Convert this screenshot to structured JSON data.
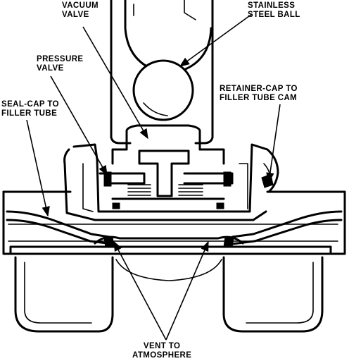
{
  "labels": {
    "vacuum_valve": [
      "VACUUM",
      "VALVE"
    ],
    "stainless_steel_ball": [
      "STAINLESS",
      "STEEL BALL"
    ],
    "pressure_valve": [
      "PRESSURE",
      "VALVE"
    ],
    "retainer_cap": [
      "RETAINER-CAP TO",
      "FILLER TUBE CAM"
    ],
    "seal_cap": [
      "SEAL-CAP TO",
      "FILLER TUBE"
    ],
    "vent": [
      "VENT TO",
      "ATMOSPHERE"
    ]
  },
  "colors": {
    "ink": "#000000",
    "paper": "#ffffff"
  }
}
